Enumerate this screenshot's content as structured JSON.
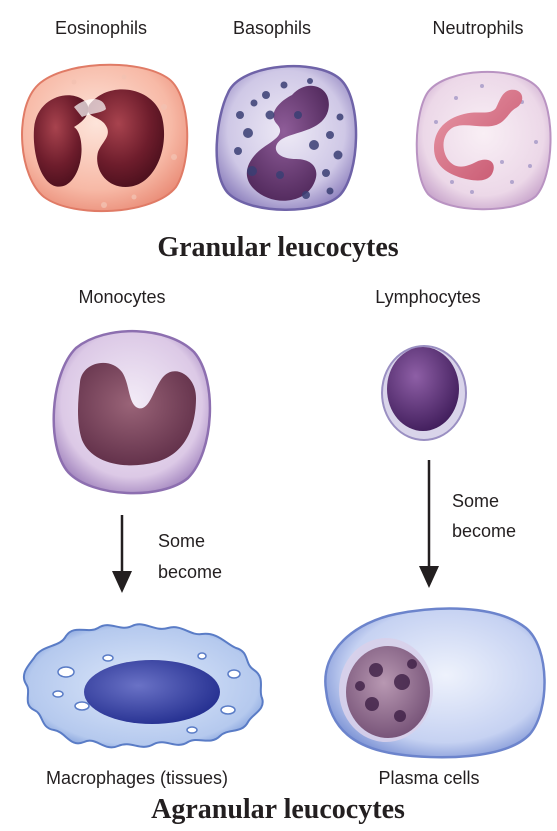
{
  "granular": {
    "heading": "Granular leucocytes",
    "cells": [
      {
        "label": "Eosinophils",
        "icon": "eosinophil-cell-icon"
      },
      {
        "label": "Basophils",
        "icon": "basophil-cell-icon"
      },
      {
        "label": "Neutrophils",
        "icon": "neutrophil-cell-icon"
      }
    ]
  },
  "agranular": {
    "heading": "Agranular leucocytes",
    "monocytes": "Monocytes",
    "lymphocytes": "Lymphocytes",
    "macrophages": "Macrophages (tissues)",
    "plasma_cells": "Plasma cells",
    "arrow_left": {
      "line1": "Some",
      "line2": "become"
    },
    "arrow_right": {
      "line1": "Some",
      "line2": "become"
    }
  }
}
